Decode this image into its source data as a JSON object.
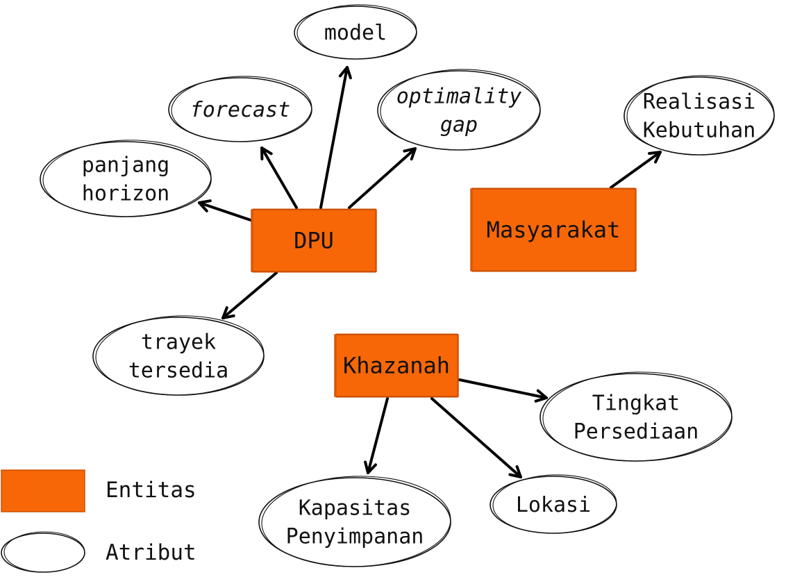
{
  "colors": {
    "entity_fill": "#f76707",
    "entity_stroke": "#c94d00",
    "attribute_fill": "#ffffff",
    "stroke": "#000000"
  },
  "entities": {
    "dpu": {
      "label": "DPU"
    },
    "masyarakat": {
      "label": "Masyarakat"
    },
    "khazanah": {
      "label": "Khazanah"
    }
  },
  "attributes": {
    "model": {
      "lines": [
        "model"
      ],
      "italic": false
    },
    "forecast": {
      "lines": [
        "forecast"
      ],
      "italic": true
    },
    "optimality_gap": {
      "lines": [
        "optimality",
        "gap"
      ],
      "italic": true
    },
    "panjang_horizon": {
      "lines": [
        "panjang",
        "horizon"
      ],
      "italic": false
    },
    "trayek_tersedia": {
      "lines": [
        "trayek",
        "tersedia"
      ],
      "italic": false
    },
    "realisasi_kebutuhan": {
      "lines": [
        "Realisasi",
        "Kebutuhan"
      ],
      "italic": false
    },
    "tingkat_persediaan": {
      "lines": [
        "Tingkat",
        "Persediaan"
      ],
      "italic": false
    },
    "kapasitas_penyimpanan": {
      "lines": [
        "Kapasitas",
        "Penyimpanan"
      ],
      "italic": false
    },
    "lokasi": {
      "lines": [
        "Lokasi"
      ],
      "italic": false
    }
  },
  "relations": [
    {
      "from": "dpu",
      "to": "model"
    },
    {
      "from": "dpu",
      "to": "forecast"
    },
    {
      "from": "dpu",
      "to": "optimality_gap"
    },
    {
      "from": "dpu",
      "to": "panjang_horizon"
    },
    {
      "from": "dpu",
      "to": "trayek_tersedia"
    },
    {
      "from": "masyarakat",
      "to": "realisasi_kebutuhan"
    },
    {
      "from": "khazanah",
      "to": "tingkat_persediaan"
    },
    {
      "from": "khazanah",
      "to": "kapasitas_penyimpanan"
    },
    {
      "from": "khazanah",
      "to": "lokasi"
    }
  ],
  "legend": {
    "entity_label": "Entitas",
    "attribute_label": "Atribut"
  }
}
